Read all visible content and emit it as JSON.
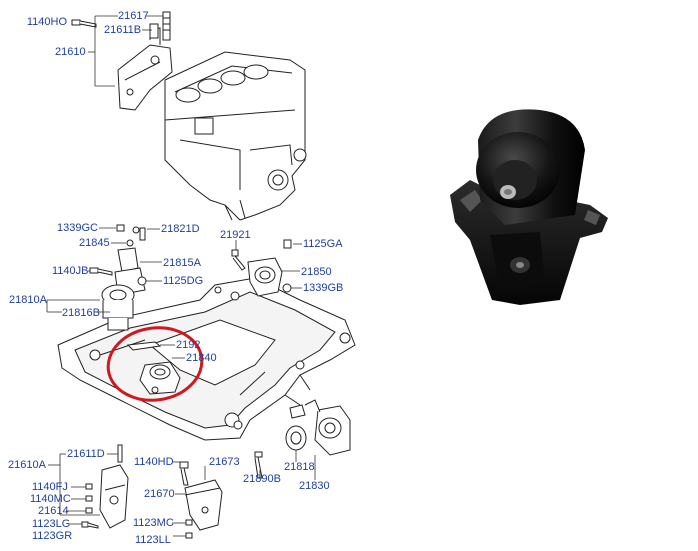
{
  "diagram": {
    "label_color": "#1f3fa0",
    "highlight_color": "#d0181f",
    "labels": {
      "p1140HO": "1140HO",
      "p21617": "21617",
      "p21611B": "21611B",
      "p21610": "21610",
      "p1339GC": "1339GC",
      "p21821D": "21821D",
      "p21845": "21845",
      "p21921": "21921",
      "p1125GA": "1125GA",
      "p1140JB": "1140JB",
      "p21815A": "21815A",
      "p1125DG": "1125DG",
      "p21850": "21850",
      "p1339GB": "1339GB",
      "p21810A": "21810A",
      "p21816B": "21816B",
      "p2192": "2192",
      "p21840": "21840",
      "p21611D": "21611D",
      "p21610A": "21610A",
      "p1140FJ": "1140FJ",
      "p1140MC": "1140MC",
      "p21614": "21614",
      "p1123LG": "1123LG",
      "p1123GR": "1123GR",
      "p1140HD": "1140HD",
      "p21673": "21673",
      "p21670": "21670",
      "p1123MC": "1123MC",
      "p1123LL": "1123LL",
      "p21890B": "21890B",
      "p21818": "21818",
      "p21830": "21830"
    },
    "icons": {
      "engine_block": "engine-block-icon",
      "subframe": "subframe-icon",
      "photo_mount": "engine-mount-photo"
    }
  }
}
